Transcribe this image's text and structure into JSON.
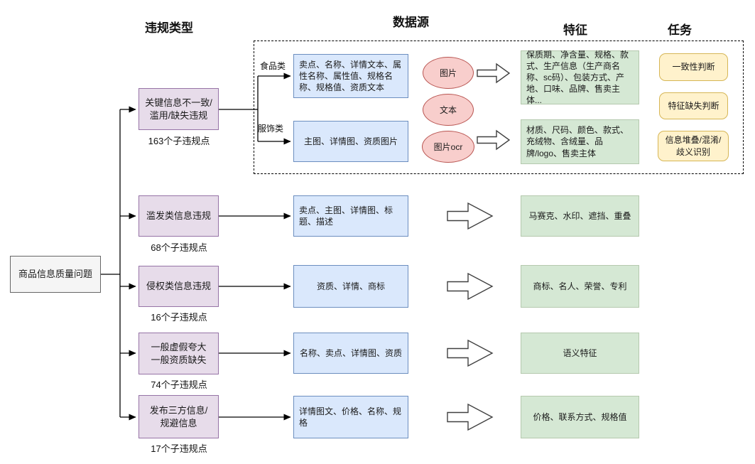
{
  "colors": {
    "purple_fill": "#e7dcea",
    "purple_border": "#9673a6",
    "blue_fill": "#dae8fc",
    "blue_border": "#6c8ebf",
    "pink_fill": "#f8cecc",
    "pink_border": "#b85450",
    "green_fill": "#d5e8d4",
    "green_border": "#b5c9ae",
    "yellow_fill": "#fff2cc",
    "yellow_border": "#d6b656",
    "gray_fill": "#f5f5f5",
    "gray_border": "#666666"
  },
  "headers": {
    "violation_type": "违规类型",
    "data_source": "数据源",
    "feature": "特征",
    "task": "任务"
  },
  "root": {
    "label": "商品信息质量问题"
  },
  "group1": {
    "violation": "关键信息不一致/滥用/缺失违规",
    "count": "163个子违规点",
    "branches": [
      {
        "category": "食品类",
        "source": "卖点、名称、详情文本、属性名称、属性值、规格名称、规格值、资质文本",
        "feature": "保质期、净含量、规格、款式、生产信息（生产商名称、sc码）、包装方式、产地、口味、品牌、售卖主体..."
      },
      {
        "category": "服饰类",
        "source": "主图、详情图、资质图片",
        "feature": "材质、尺码、颜色、款式、充绒物、含绒量、品牌/logo、售卖主体"
      }
    ],
    "modalities": [
      "图片",
      "文本",
      "图片ocr"
    ],
    "tasks": [
      "一致性判断",
      "特征缺失判断",
      "信息堆叠/混淆/歧义识别"
    ]
  },
  "rows": [
    {
      "violation": "滥发类信息违规",
      "count": "68个子违规点",
      "source": "卖点、主图、详情图、标题、描述",
      "feature": "马赛克、水印、遮挡、重叠"
    },
    {
      "violation": "侵权类信息违规",
      "count": "16个子违规点",
      "source": "资质、详情、商标",
      "feature": "商标、名人、荣誉、专利"
    },
    {
      "violation": "一般虚假夸大\n一般资质缺失",
      "count": "74个子违规点",
      "source": "名称、卖点、详情图、资质",
      "feature": "语义特征"
    },
    {
      "violation": "发布三方信息/\n规避信息",
      "count": "17个子违规点",
      "source": "详情图文、价格、名称、规格",
      "feature": "价格、联系方式、规格值"
    }
  ]
}
